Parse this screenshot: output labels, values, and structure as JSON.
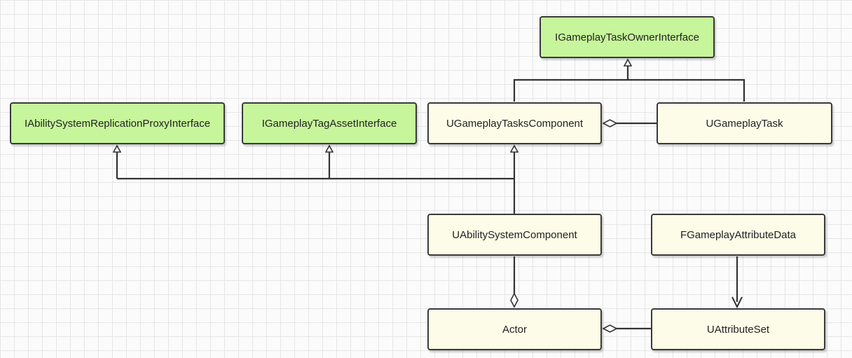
{
  "diagram": {
    "nodes": {
      "task_owner_interface": "IGameplayTaskOwnerInterface",
      "replication_proxy_interface": "IAbilitySystemReplicationProxyInterface",
      "tag_asset_interface": "IGameplayTagAssetInterface",
      "gameplay_tasks_component": "UGameplayTasksComponent",
      "gameplay_task": "UGameplayTask",
      "ability_system_component": "UAbilitySystemComponent",
      "attribute_data": "FGameplayAttributeData",
      "actor": "Actor",
      "attribute_set": "UAttributeSet"
    },
    "relations": [
      {
        "from": "gameplay_tasks_component",
        "to": "task_owner_interface",
        "type": "inheritance"
      },
      {
        "from": "gameplay_task",
        "to": "task_owner_interface",
        "type": "inheritance"
      },
      {
        "from": "gameplay_task",
        "to": "gameplay_tasks_component",
        "type": "aggregation"
      },
      {
        "from": "ability_system_component",
        "to": "replication_proxy_interface",
        "type": "inheritance"
      },
      {
        "from": "ability_system_component",
        "to": "tag_asset_interface",
        "type": "inheritance"
      },
      {
        "from": "ability_system_component",
        "to": "gameplay_tasks_component",
        "type": "inheritance"
      },
      {
        "from": "ability_system_component",
        "to": "actor",
        "type": "aggregation"
      },
      {
        "from": "attribute_data",
        "to": "attribute_set",
        "type": "dependency"
      },
      {
        "from": "attribute_set",
        "to": "actor",
        "type": "aggregation"
      }
    ]
  }
}
